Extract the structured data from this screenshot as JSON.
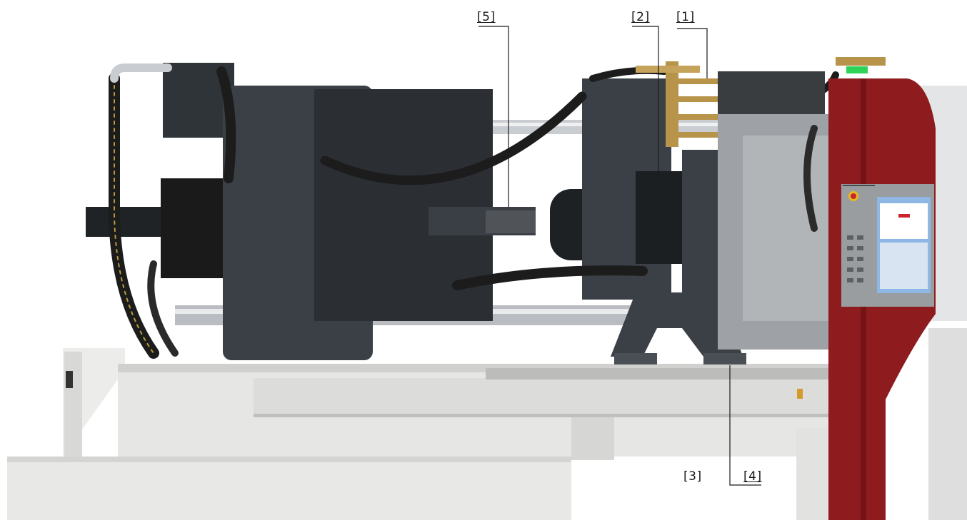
{
  "callouts": [
    {
      "id": "c1",
      "label": "[1]"
    },
    {
      "id": "c2",
      "label": "[2]"
    },
    {
      "id": "c3",
      "label": "[3]"
    },
    {
      "id": "c4",
      "label": "[4]"
    },
    {
      "id": "c5",
      "label": "[5]"
    }
  ],
  "colors": {
    "background": "#ffffff",
    "machine_body": "#3b4046",
    "machine_dark": "#22262a",
    "base_frame": "#e4e4e2",
    "control_cabinet": "#8e1c1f",
    "control_panel": "#9a9d9f",
    "screen": "#8fb7e6",
    "hose": "#1c1c1c",
    "chrome": "#c9ccd0",
    "brass": "#b8934a",
    "leader_line": "#1a1a1a"
  }
}
